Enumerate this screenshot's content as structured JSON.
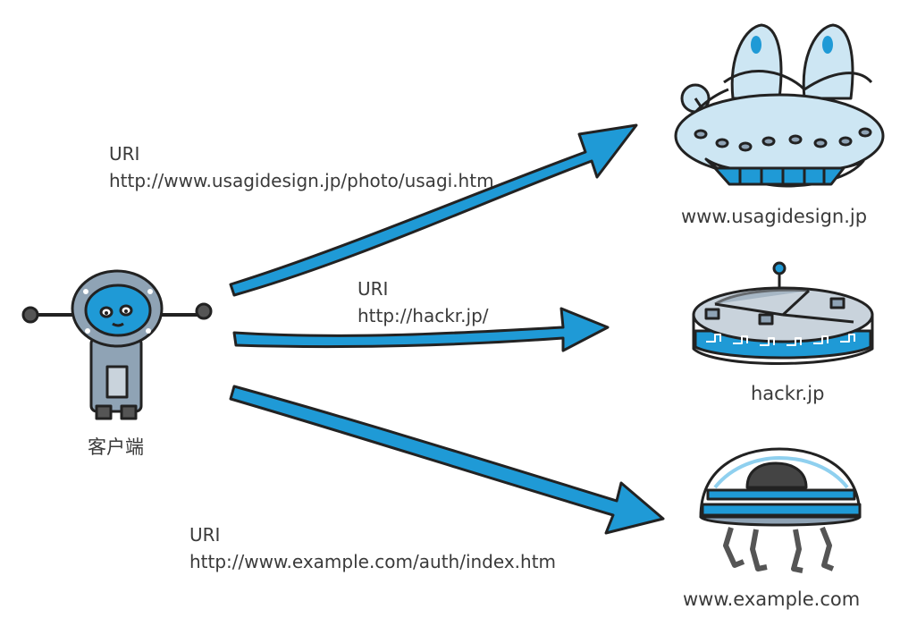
{
  "client": {
    "label": "客户端"
  },
  "links": [
    {
      "uri_label": "URI",
      "uri": "http://www.usagidesign.jp/photo/usagi.htm"
    },
    {
      "uri_label": "URI",
      "uri": "http://hackr.jp/"
    },
    {
      "uri_label": "URI",
      "uri": "http://www.example.com/auth/index.htm"
    }
  ],
  "servers": [
    {
      "label": "www.usagidesign.jp"
    },
    {
      "label": "hackr.jp"
    },
    {
      "label": "www.example.com"
    }
  ],
  "colors": {
    "arrow": "#1f9ad6",
    "ink": "#222222",
    "robot_body": "#8fa3b5",
    "ship_light": "#cde6f3"
  }
}
